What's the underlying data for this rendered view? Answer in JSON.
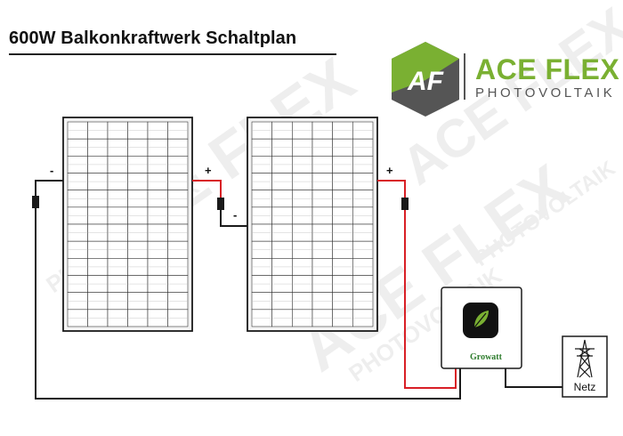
{
  "title": "600W Balkonkraftwerk Schaltplan",
  "logo": {
    "monogram": "AF",
    "brand": "ACE FLEX",
    "subtitle": "PHOTOVOLTAIK"
  },
  "panels": [
    {
      "id": "panel-1",
      "rows": 12,
      "cols": 6
    },
    {
      "id": "panel-2",
      "rows": 12,
      "cols": 6
    }
  ],
  "polarity": {
    "panel1_negative": "-",
    "panel1_positive": "+",
    "panel2_negative": "-",
    "panel2_positive": "+"
  },
  "inverter": {
    "brand": "Growatt"
  },
  "grid": {
    "label": "Netz"
  },
  "watermark": {
    "brand": "ACE FLEX",
    "subtitle": "PHOTOVOLTAIK"
  },
  "colors": {
    "positive_wire": "#d81f26",
    "negative_wire": "#1a1a1a",
    "brand_green": "#7ab032",
    "logo_gray": "#555555"
  }
}
